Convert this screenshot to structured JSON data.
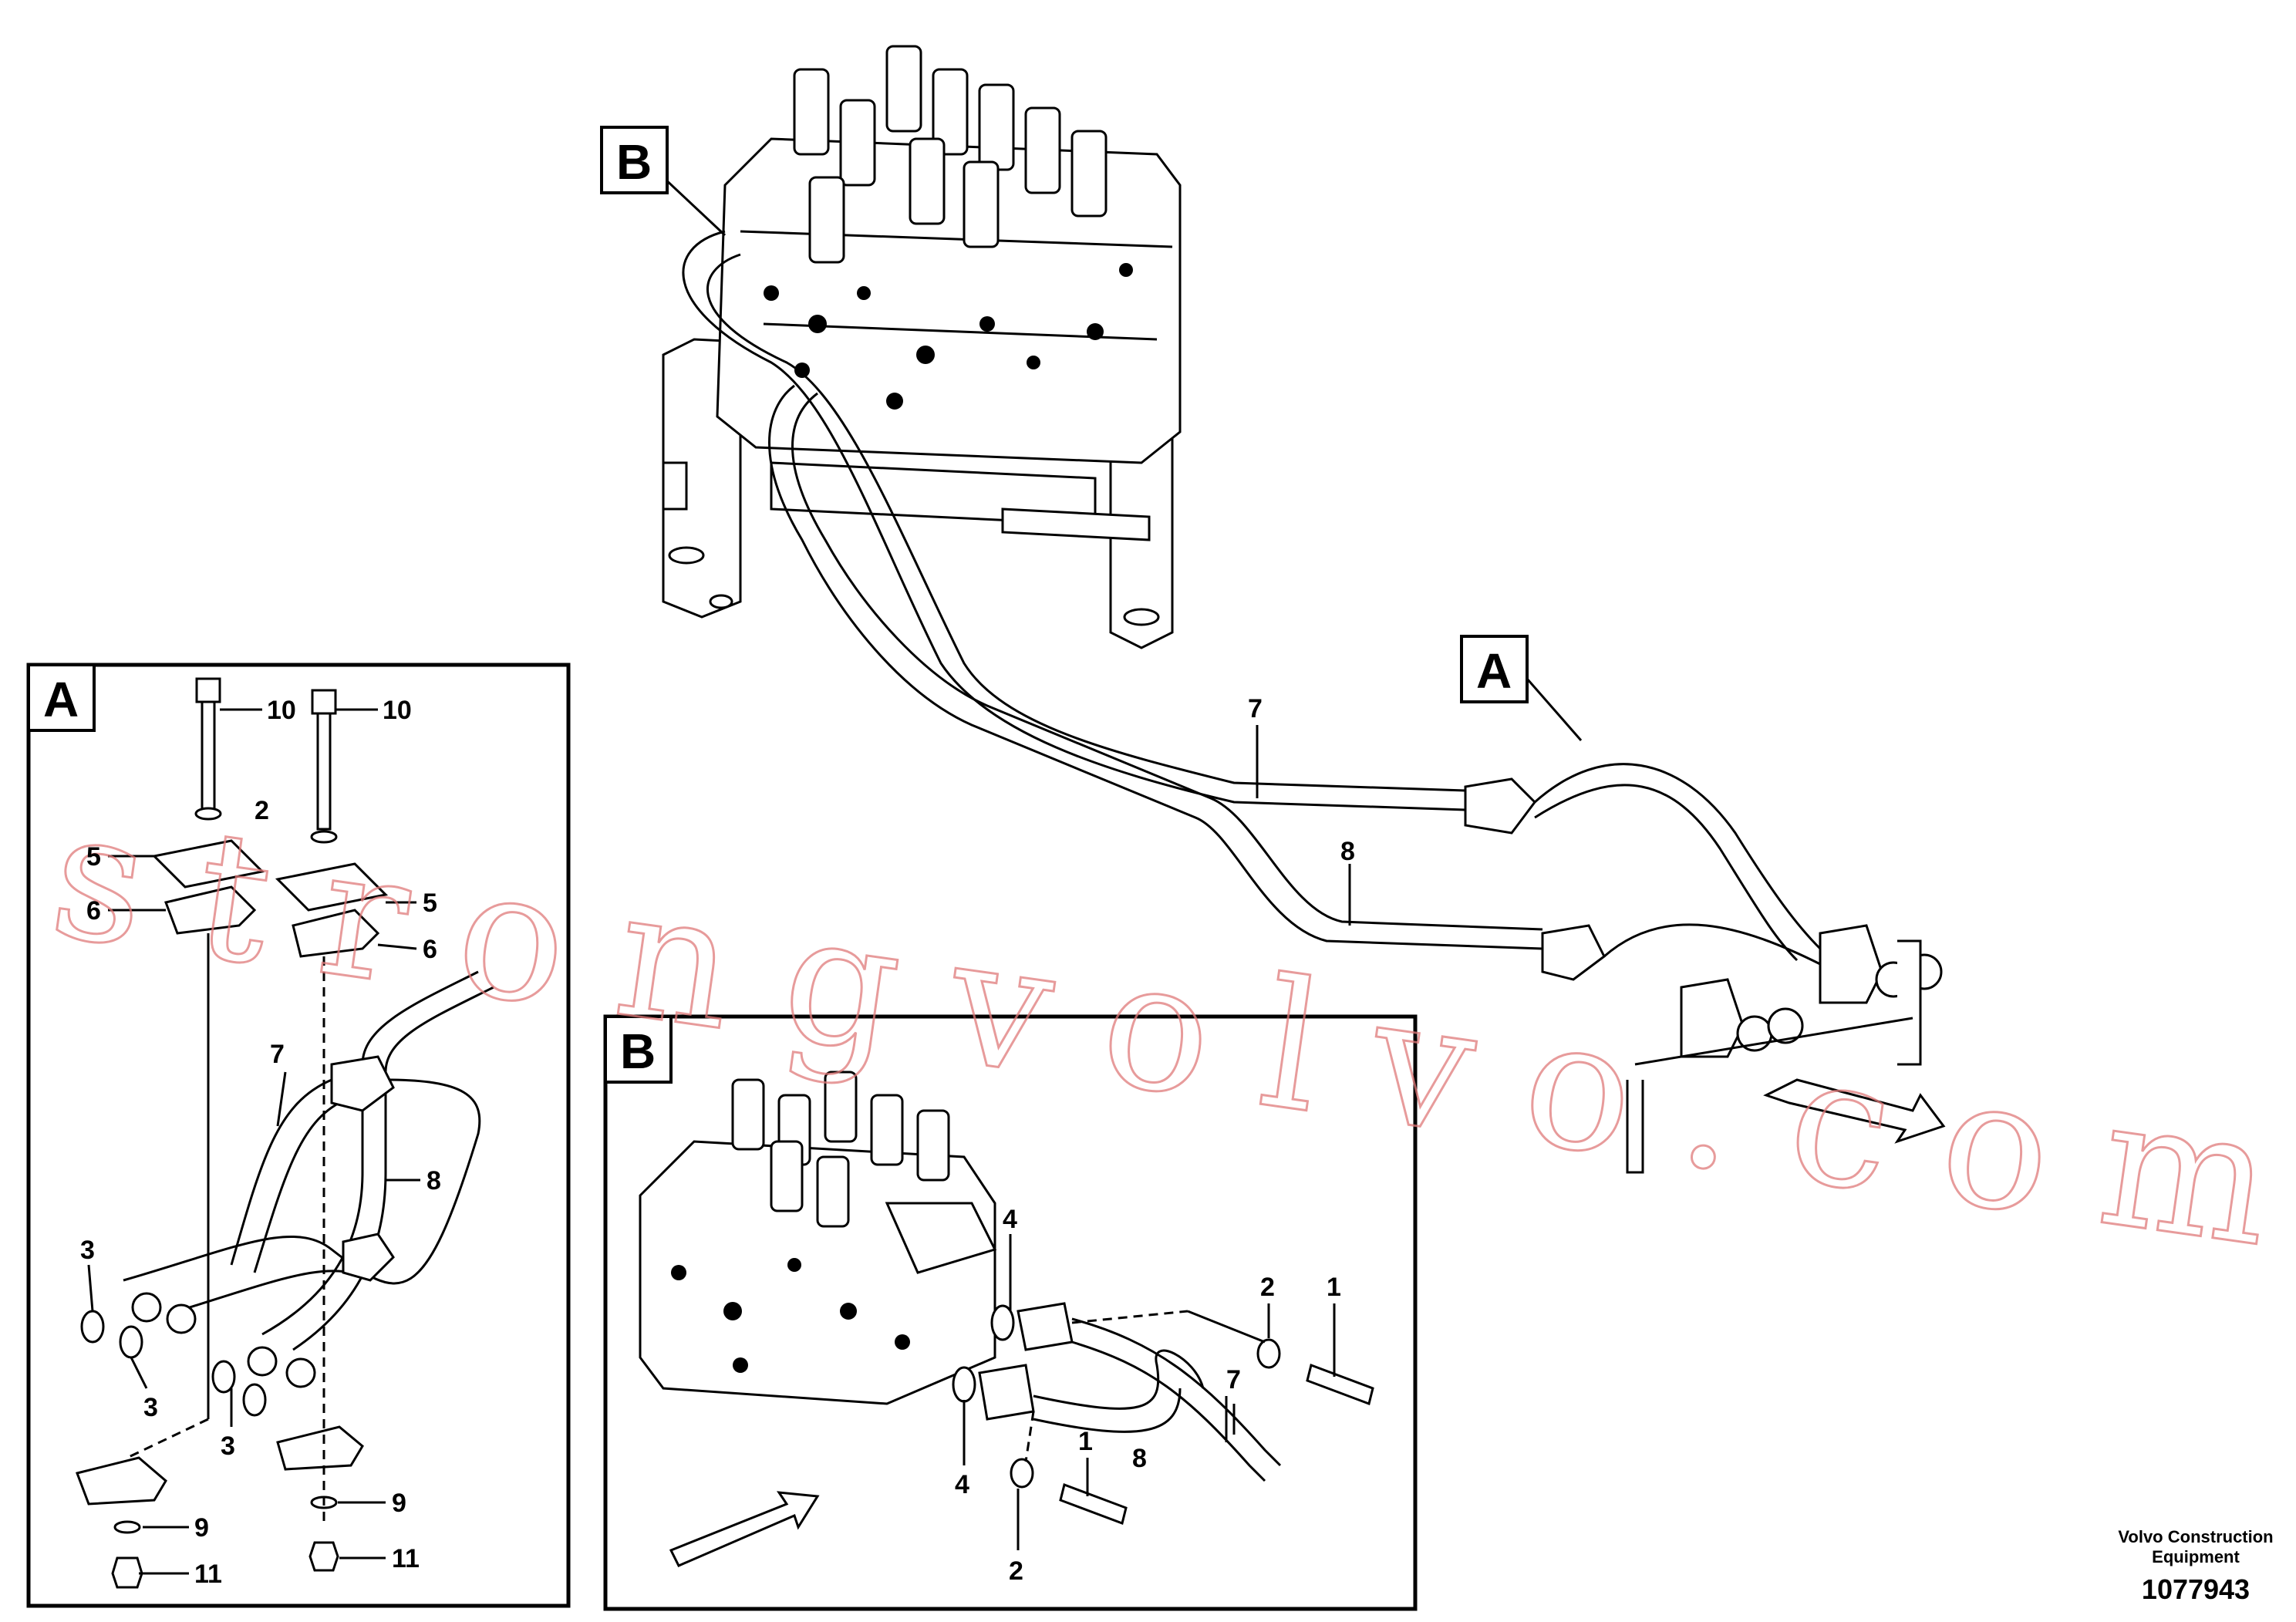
{
  "views": {
    "main_view_label": "A",
    "detail_a_label": "A",
    "detail_b_label": "B",
    "main_b_label": "B"
  },
  "callouts": {
    "main": [
      "7",
      "8"
    ],
    "detail_a": [
      "10",
      "10",
      "2",
      "5",
      "5",
      "6",
      "6",
      "7",
      "8",
      "3",
      "3",
      "3",
      "9",
      "9",
      "11",
      "11"
    ],
    "detail_b": [
      "4",
      "4",
      "2",
      "1",
      "7",
      "8",
      "1",
      "2"
    ]
  },
  "watermark": "strongvolvo.com",
  "footer": {
    "company_line1": "Volvo Construction",
    "company_line2": "Equipment",
    "part_number": "1077943"
  }
}
